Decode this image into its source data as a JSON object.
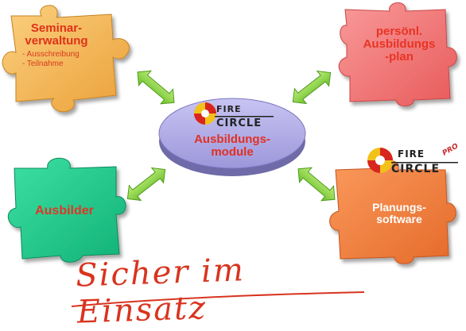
{
  "pieces": {
    "seminar": {
      "title_line1": "Seminar-",
      "title_line2": "verwaltung",
      "items": [
        "- Ausschreibung",
        "- Teilnahme"
      ]
    },
    "ausbildungsplan": {
      "line1": "persönl.",
      "line2": "Ausbildungs",
      "line3": "-plan"
    },
    "ausbilder": {
      "label": "Ausbilder"
    },
    "planungssoftware": {
      "line1": "Planungs-",
      "line2": "software"
    }
  },
  "center": {
    "logo_word1": "FIRE",
    "logo_word2": "CIRCLE",
    "line1": "Ausbildungs-",
    "line2": "module"
  },
  "pro_logo": {
    "word1": "FIRE",
    "word2": "CIRCLE",
    "badge": "PRO"
  },
  "slogan": "Sicher im Einsatz",
  "colors": {
    "seminar_piece": "#f5b54a",
    "ausbildungsplan_piece": "#f36b6b",
    "ausbilder_piece": "#1fc98b",
    "planungssoftware_piece": "#f47b3d",
    "center_disc": "#a9a4e2",
    "arrow": "#8fd44a",
    "text_red": "#e03124"
  }
}
